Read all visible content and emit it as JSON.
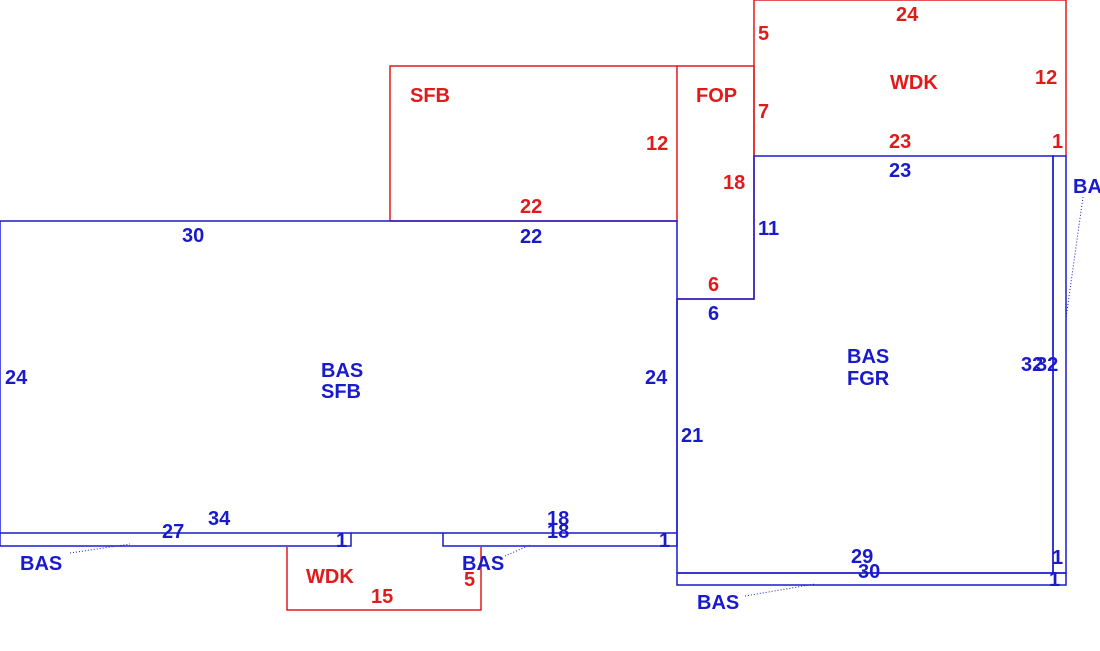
{
  "colors": {
    "blue": "#1a1acd",
    "red": "#e01b1b"
  },
  "areas": {
    "sfb_upper": "SFB",
    "fop": "FOP",
    "wdk_top": "WDK",
    "bas_main": "BAS",
    "sfb_main": "SFB",
    "bas_right": "BAS",
    "fgr_right": "FGR",
    "wdk_bottom": "WDK",
    "bas_strip_left": "BAS",
    "bas_strip_mid": "BAS",
    "bas_strip_bottom": "BAS",
    "bas_strip_right": "BA"
  },
  "dims": {
    "wdk_top_width": "24",
    "wdk_top_left": "5",
    "wdk_top_right": "12",
    "wdk_top_fop_side": "7",
    "wdk_top_bottom": "23",
    "wdk_top_corner": "1",
    "sfb_upper_right": "12",
    "sfb_upper_bottom": "22",
    "fop_side": "18",
    "fop_bottom": "6",
    "bas_top_left": "30",
    "bas_top_mid": "22",
    "bas_left": "24",
    "bas_right": "24",
    "bas_bottom_a": "27",
    "bas_bottom_b": "34",
    "bas_bottom_c": "18",
    "bas_bottom_d": "18",
    "bas_strip_end_a": "1",
    "bas_strip_end_b": "1",
    "right_top": "23",
    "right_step": "11",
    "right_step_bottom": "6",
    "right_left": "21",
    "right_right_a": "32",
    "right_right_b": "32",
    "right_bottom_a": "29",
    "right_bottom_b": "30",
    "right_strip_end_a": "1",
    "right_strip_end_b": "1",
    "wdk_bottom_side": "5",
    "wdk_bottom_width": "15"
  }
}
